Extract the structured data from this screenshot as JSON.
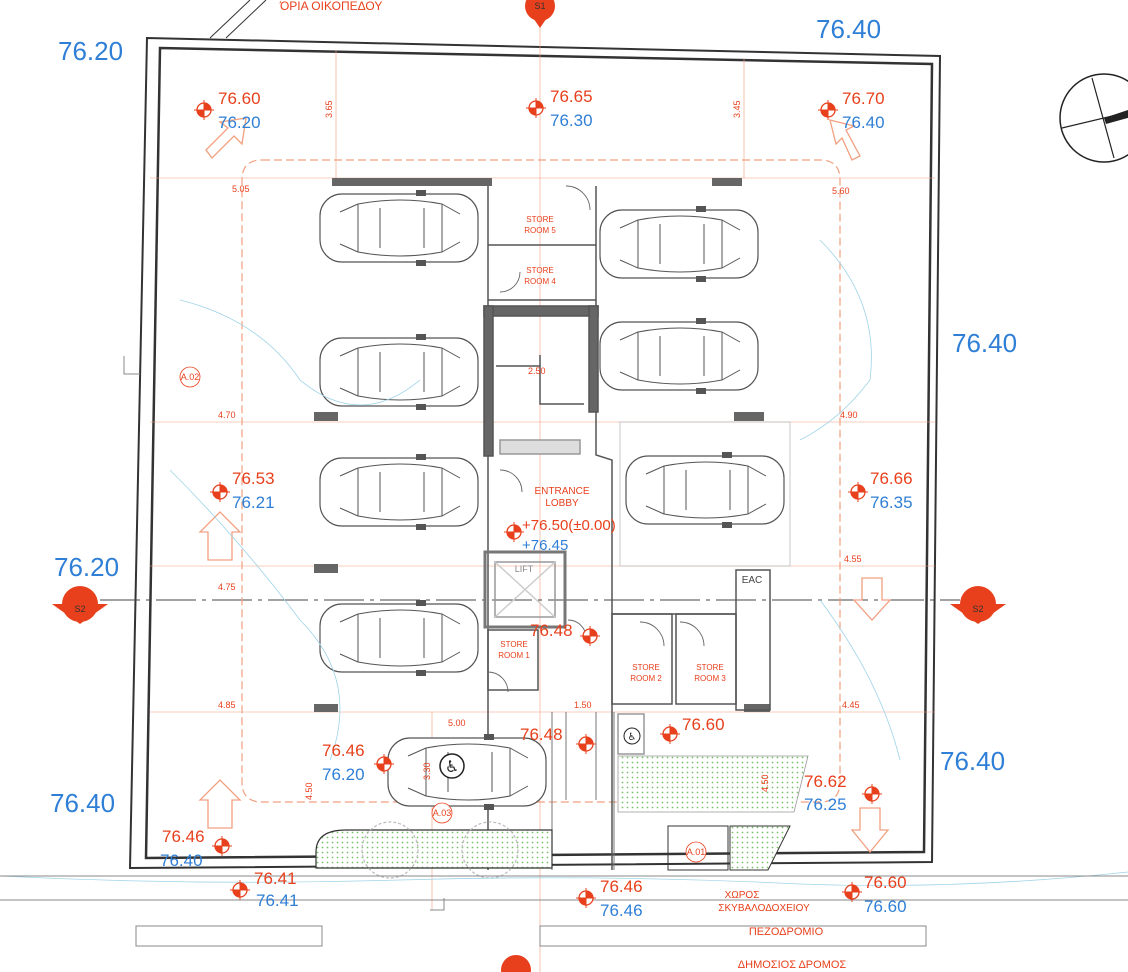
{
  "plot_boundary_label": "ΌΡΙΑ ΟΙΚΟΠΕΔΟΥ",
  "section_marks": {
    "s1": "S1",
    "s2": "S2"
  },
  "corner_levels": {
    "top_left": "76.20",
    "top_right": "76.40",
    "mid_left": "76.20",
    "right_upper": "76.40",
    "right_lower": "76.40",
    "bottom_left": "76.40"
  },
  "spot_levels": [
    {
      "red": "76.60",
      "blue": "76.20"
    },
    {
      "red": "76.65",
      "blue": "76.30"
    },
    {
      "red": "76.70",
      "blue": "76.40"
    },
    {
      "red": "76.53",
      "blue": "76.21"
    },
    {
      "red": "76.66",
      "blue": "76.35"
    },
    {
      "red": "76.46",
      "blue": "76.20"
    },
    {
      "red": "76.62",
      "blue": "76.25"
    },
    {
      "red": "76.46",
      "blue": "76.40"
    },
    {
      "red": "76.41",
      "blue": "76.41"
    },
    {
      "red": "76.46",
      "blue": "76.46"
    },
    {
      "red": "76.60",
      "blue": "76.60"
    }
  ],
  "single_levels": {
    "store1": "76.48",
    "ramp": "76.48",
    "access": "76.60"
  },
  "lobby": {
    "name_1": "ENTRANCE",
    "name_2": "LOBBY",
    "level_red": "+76.50(±0.00)",
    "level_blue": "+76.45"
  },
  "rooms": {
    "store5_a": "STORE",
    "store5_b": "ROOM 5",
    "store4_a": "STORE",
    "store4_b": "ROOM 4",
    "store1_a": "STORE",
    "store1_b": "ROOM 1",
    "store2_a": "STORE",
    "store2_b": "ROOM 2",
    "store3_a": "STORE",
    "store3_b": "ROOM 3",
    "lift": "LIFT",
    "eac": "EAC"
  },
  "dimensions": {
    "d365": "3.65",
    "d345": "3.45",
    "d505": "5.05",
    "d560": "5.60",
    "d250": "2.50",
    "d470": "4.70",
    "d490": "4.90",
    "d475": "4.75",
    "d455": "4.55",
    "d485": "4.85",
    "d445": "4.45",
    "d500": "5.00",
    "d150": "1.50",
    "d330": "3.30",
    "d450a": "4.50",
    "d450b": "4.50"
  },
  "tags": {
    "a02": "A.02",
    "a03": "A.03",
    "a01": "A.01"
  },
  "bin_area": {
    "line1": "ΧΩΡΟΣ",
    "line2": "ΣΚΥΒΑΛΟΔΟΧΕΙΟΥ"
  },
  "sidewalk": "ΠΕΖΟΔΡΟΜΙΟ",
  "road": "ΔΗΜΟΣΙΟΣ ΔΡΟΜΟΣ",
  "colors": {
    "red": "#e8401c",
    "blue": "#2f7fd6",
    "wall": "#555555",
    "green": "#7ac36a"
  }
}
